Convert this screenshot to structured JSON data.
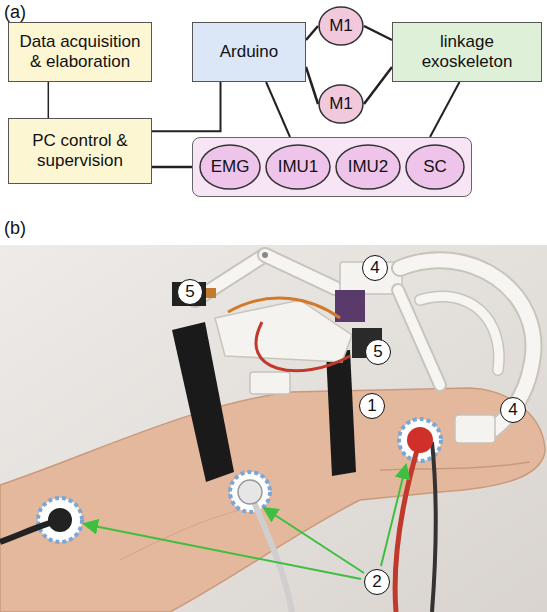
{
  "diagram": {
    "nodes": [
      {
        "text": [
          "Data acquisition & elaboration"
        ]
      },
      {
        "text": [
          "Arduino"
        ]
      },
      {
        "text": [
          "M1"
        ]
      },
      {
        "text": [
          "M1"
        ]
      },
      {
        "text": [
          "linkage exoskeleton"
        ]
      },
      {
        "text": [
          "PC control & supervision"
        ]
      },
      {
        "text": []
      },
      {
        "text": [
          "EMG"
        ],
        "in": 6
      },
      {
        "text": [
          "IMU1"
        ],
        "in": 6
      },
      {
        "text": [
          "IMU2"
        ],
        "in": 6
      },
      {
        "text": [
          "SC"
        ],
        "in": 6
      }
    ],
    "edges": [
      {
        "from": 0,
        "to": 5,
        "arrow": "none"
      },
      {
        "from": 1,
        "to": 2,
        "arrow": "none"
      },
      {
        "from": 1,
        "to": 3,
        "arrow": "none"
      },
      {
        "from": 2,
        "to": 4,
        "arrow": "none"
      },
      {
        "from": 3,
        "to": 4,
        "arrow": "none"
      },
      {
        "from": 5,
        "to": 1,
        "arrow": "none"
      },
      {
        "from": 5,
        "to": 6,
        "arrow": "none"
      },
      {
        "from": 1,
        "to": 6,
        "arrow": "none"
      },
      {
        "from": 4,
        "to": 6,
        "arrow": "none"
      }
    ],
    "labels": [
      "(a)",
      "(b)",
      "5",
      "4",
      "5",
      "4",
      "1",
      "2"
    ]
  }
}
